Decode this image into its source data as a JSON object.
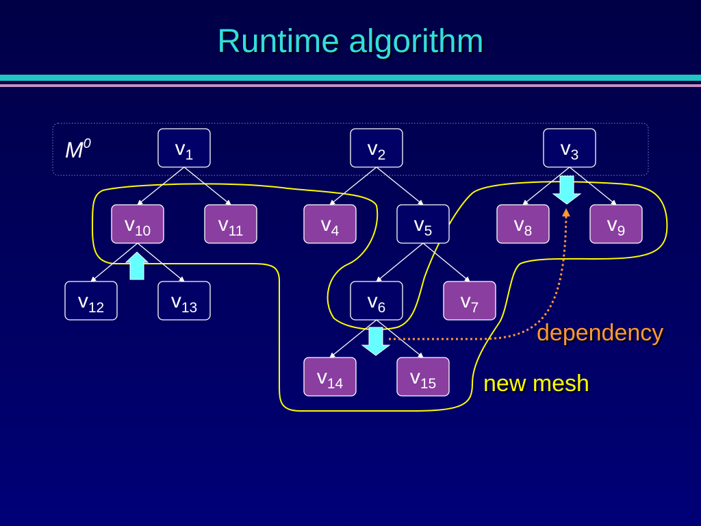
{
  "title": "Runtime algorithm",
  "base_mesh_label": {
    "main": "M",
    "sup": "0"
  },
  "annotations": {
    "dependency": "dependency",
    "new_mesh": "new mesh"
  },
  "colors": {
    "background": "#000066",
    "title": "#33dddd",
    "active_node_fill": "#8a3ea0",
    "inactive_node_fill": "#000066",
    "new_mesh_outline": "#ffff00",
    "dependency_arrow": "#ff9933",
    "split_collapse_arrow": "#66ffff"
  },
  "nodes": [
    {
      "id": "v1",
      "letter": "v",
      "sub": "1",
      "active": false
    },
    {
      "id": "v2",
      "letter": "v",
      "sub": "2",
      "active": false
    },
    {
      "id": "v3",
      "letter": "v",
      "sub": "3",
      "active": false
    },
    {
      "id": "v10",
      "letter": "v",
      "sub": "10",
      "active": true
    },
    {
      "id": "v11",
      "letter": "v",
      "sub": "11",
      "active": true
    },
    {
      "id": "v4",
      "letter": "v",
      "sub": "4",
      "active": true
    },
    {
      "id": "v5",
      "letter": "v",
      "sub": "5",
      "active": false
    },
    {
      "id": "v8",
      "letter": "v",
      "sub": "8",
      "active": true
    },
    {
      "id": "v9",
      "letter": "v",
      "sub": "9",
      "active": true
    },
    {
      "id": "v12",
      "letter": "v",
      "sub": "12",
      "active": false
    },
    {
      "id": "v13",
      "letter": "v",
      "sub": "13",
      "active": false
    },
    {
      "id": "v6",
      "letter": "v",
      "sub": "6",
      "active": false
    },
    {
      "id": "v7",
      "letter": "v",
      "sub": "7",
      "active": true
    },
    {
      "id": "v14",
      "letter": "v",
      "sub": "14",
      "active": true
    },
    {
      "id": "v15",
      "letter": "v",
      "sub": "15",
      "active": true
    }
  ],
  "edges": [
    [
      "v1",
      "v10"
    ],
    [
      "v1",
      "v11"
    ],
    [
      "v2",
      "v4"
    ],
    [
      "v2",
      "v5"
    ],
    [
      "v3",
      "v8"
    ],
    [
      "v3",
      "v9"
    ],
    [
      "v10",
      "v12"
    ],
    [
      "v10",
      "v13"
    ],
    [
      "v5",
      "v6"
    ],
    [
      "v5",
      "v7"
    ],
    [
      "v6",
      "v14"
    ],
    [
      "v6",
      "v15"
    ]
  ],
  "operations": [
    {
      "type": "collapse",
      "at": "v10",
      "direction": "up-arrow"
    },
    {
      "type": "split",
      "at": "v3",
      "direction": "down-arrow"
    },
    {
      "type": "split",
      "at": "v6",
      "direction": "down-arrow"
    }
  ],
  "dependency": {
    "from": "v6",
    "to": "v3"
  }
}
